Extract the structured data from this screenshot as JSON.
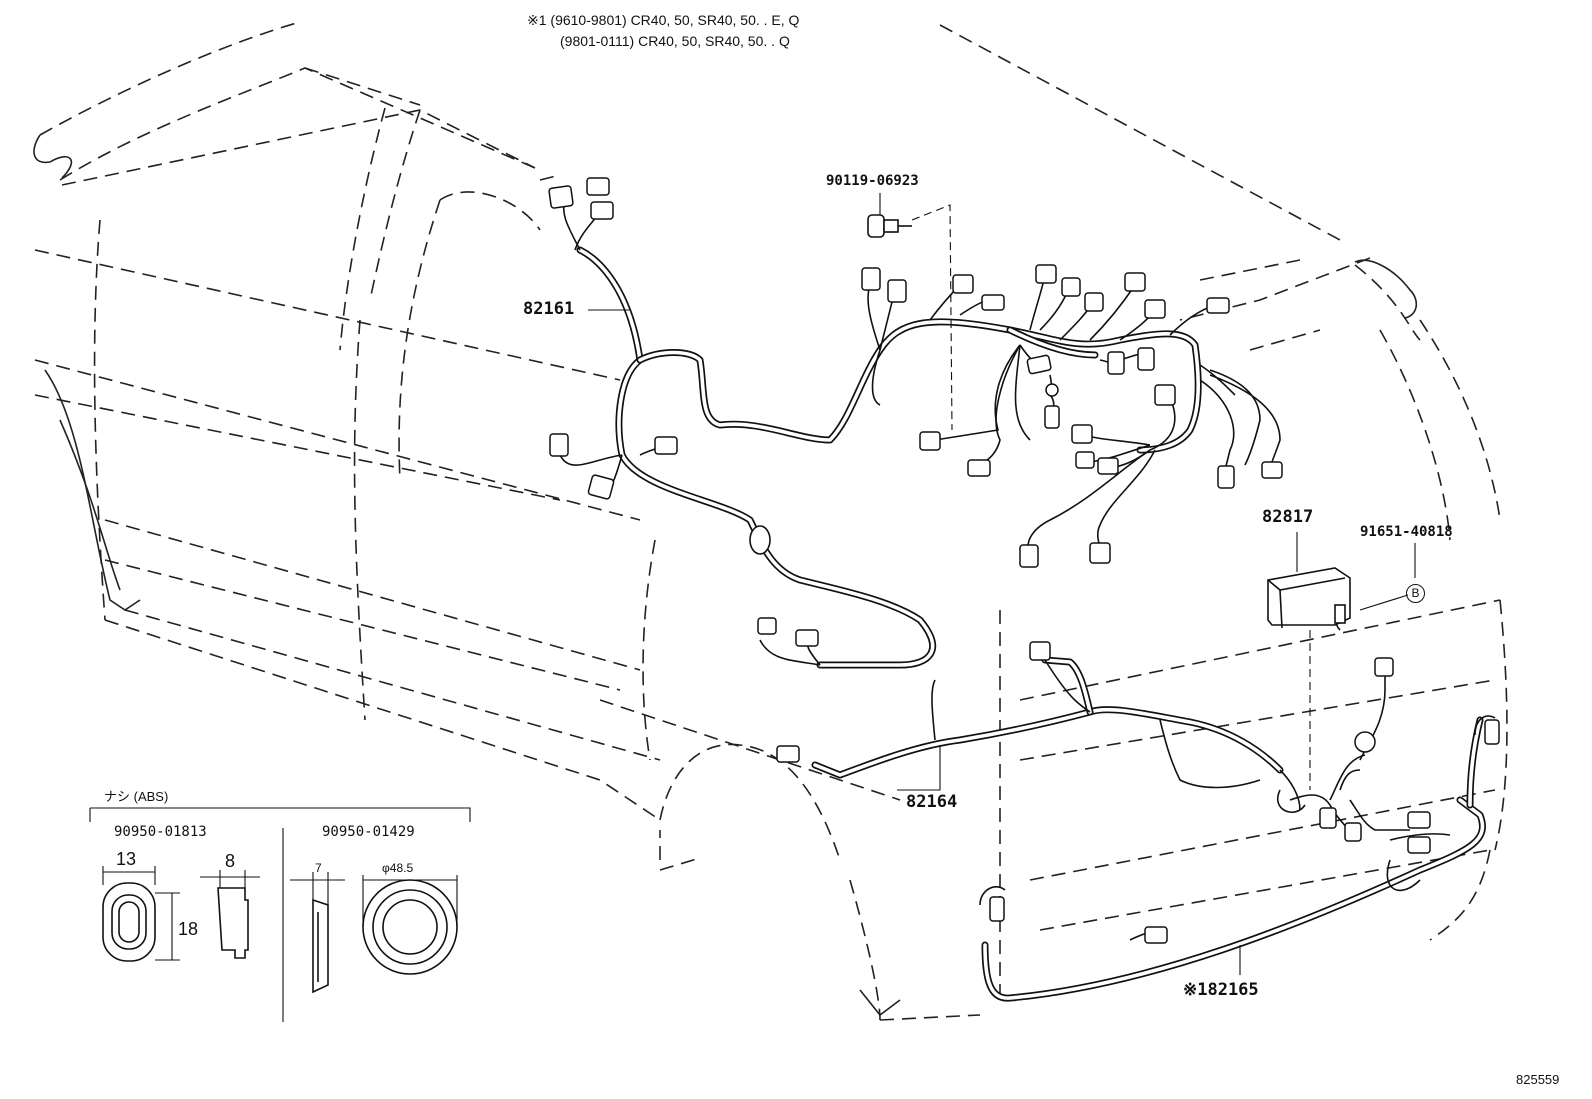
{
  "header": {
    "note_line1": "※1 (9610-9801) CR40, 50, SR40, 50. . E, Q",
    "note_line2": "(9801-0111) CR40, 50, SR40, 50. . Q"
  },
  "parts": {
    "bolt": "90119-06923",
    "harness_front": "82161",
    "harness_floor": "82164",
    "harness_rear": "※182165",
    "relay_block": "82817",
    "clip": "91651-40818",
    "clip_ref": "B"
  },
  "inset": {
    "title": "ナシ (ABS)",
    "left_part": "90950-01813",
    "right_part": "90950-01429",
    "dim_width": "13",
    "dim_depth": "8",
    "dim_height": "18",
    "dim_thickness": "7",
    "dim_diameter": "φ48.5"
  },
  "figure_id": "825559"
}
